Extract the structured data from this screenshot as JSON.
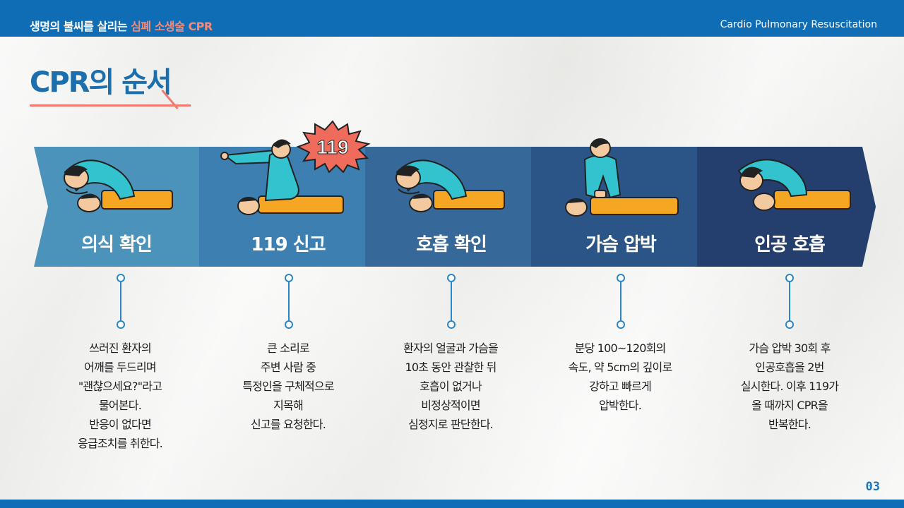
{
  "header": {
    "title_main": "생명의 불씨를 살리는 ",
    "title_highlight": "심폐 소생술 CPR",
    "subtitle": "Cardio Pulmonary Resuscitation"
  },
  "page_title": "CPR의 순서",
  "page_number": "03",
  "badge_119": "119",
  "colors": {
    "header_blue": "#0f6db5",
    "accent_coral": "#ef7a6d",
    "step_1": "#4c93bb",
    "step_2": "#3d7fb0",
    "step_3": "#36699a",
    "step_4": "#2b5587",
    "step_5": "#243f6e"
  },
  "steps": [
    {
      "label": "의식 확인",
      "icon": "unconscious-check-icon",
      "description": [
        "쓰러진 환자의",
        "어깨를 두드리며",
        "\"괜찮으세요?\"라고",
        "물어본다.",
        "반응이 없다면",
        "응급조치를 취한다."
      ]
    },
    {
      "label": "119 신고",
      "icon": "call-119-icon",
      "description": [
        "큰 소리로",
        "주변 사람 중",
        "특정인을 구체적으로",
        "지목해",
        "신고를 요청한다."
      ]
    },
    {
      "label": "호흡 확인",
      "icon": "breathing-check-icon",
      "description": [
        "환자의 얼굴과 가슴을",
        "10초 동안 관찰한 뒤",
        "호흡이 없거나",
        "비정상적이면",
        "심정지로 판단한다."
      ]
    },
    {
      "label": "가슴 압박",
      "icon": "chest-compression-icon",
      "description": [
        "분당 100~120회의",
        "속도, 약 5cm의 깊이로",
        "강하고 빠르게",
        "압박한다."
      ]
    },
    {
      "label": "인공 호흡",
      "icon": "rescue-breathing-icon",
      "description": [
        "가슴 압박 30회 후",
        "인공호흡을 2번",
        "실시한다. 이후 119가",
        "올 때까지 CPR을",
        "반복한다."
      ]
    }
  ]
}
